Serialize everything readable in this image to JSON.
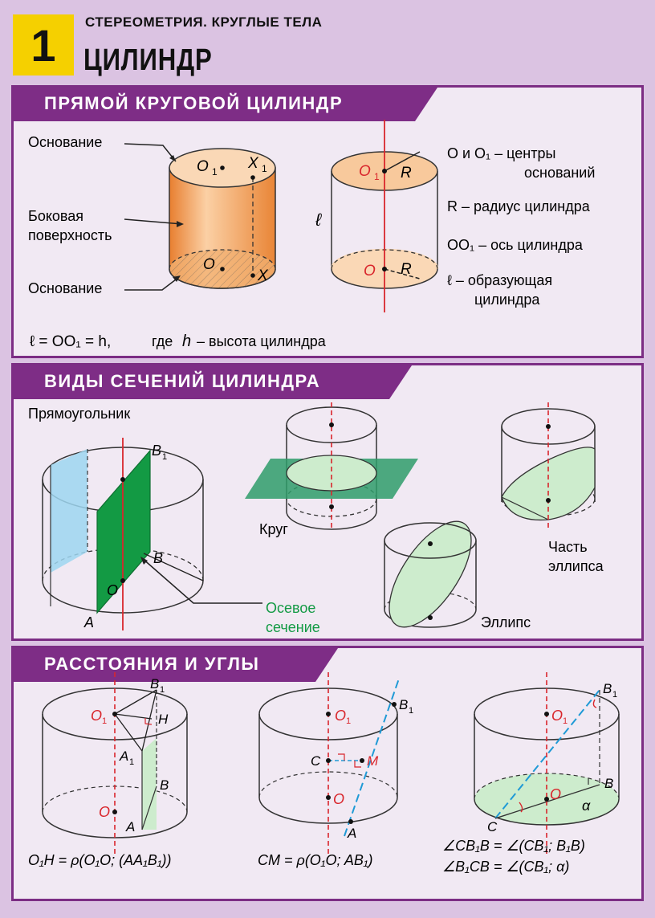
{
  "header": {
    "number": "1",
    "subtitle": "СТЕРЕОМЕТРИЯ. КРУГЛЫЕ ТЕЛА",
    "title": "ЦИЛИНДР"
  },
  "sections": [
    {
      "title": "ПРЯМОЙ КРУГОВОЙ ЦИЛИНДР",
      "labels": {
        "base_top": "Основание",
        "lateral_1": "Боковая",
        "lateral_2": "поверхность",
        "base_bottom": "Основание",
        "O1": "O",
        "sub1": "1",
        "X1": "X",
        "O": "O",
        "X": "X",
        "R": "R",
        "l": "ℓ",
        "formula_main": "ℓ = OO₁ = h,",
        "formula_where": "где",
        "formula_h": "h",
        "formula_rest": "– высота цилиндра"
      },
      "legend": [
        "O и O₁ – центры",
        "оснований",
        "R – радиус цилиндра",
        "OO₁ – ось цилиндра",
        "ℓ – образующая",
        "цилиндра"
      ]
    },
    {
      "title": "ВИДЫ СЕЧЕНИЙ ЦИЛИНДРА",
      "labels": {
        "rectangle": "Прямоугольник",
        "B1": "B",
        "B": "B",
        "O": "O",
        "A": "A",
        "sub1": "1",
        "axial_1": "Осевое",
        "axial_2": "сечение",
        "circle": "Круг",
        "ellipse": "Эллипс",
        "part_1": "Часть",
        "part_2": "эллипса"
      }
    },
    {
      "title": "РАССТОЯНИЯ И УГЛЫ",
      "labels": {
        "O1": "O",
        "O": "O",
        "B1": "B",
        "B": "B",
        "A1": "A",
        "A": "A",
        "H": "H",
        "C": "C",
        "M": "M",
        "sub1": "1",
        "alpha": "α"
      },
      "formulas": [
        "O₁H = ρ(O₁O; (AA₁B₁))",
        "CM = ρ(O₁O; AB₁)",
        "∠CB₁B = ∠(CB₁; B₁B)",
        "∠B₁CB = ∠(CB₁; α)"
      ]
    }
  ],
  "colors": {
    "accent": "#7e2d86",
    "header_yellow": "#f5d000",
    "orange": "#f2a763",
    "axis_red": "#d9262c",
    "green": "#139a44",
    "light_green": "#cdeccd",
    "light_blue": "#9dd6f0",
    "dashed_blue": "#1f9ad6"
  }
}
